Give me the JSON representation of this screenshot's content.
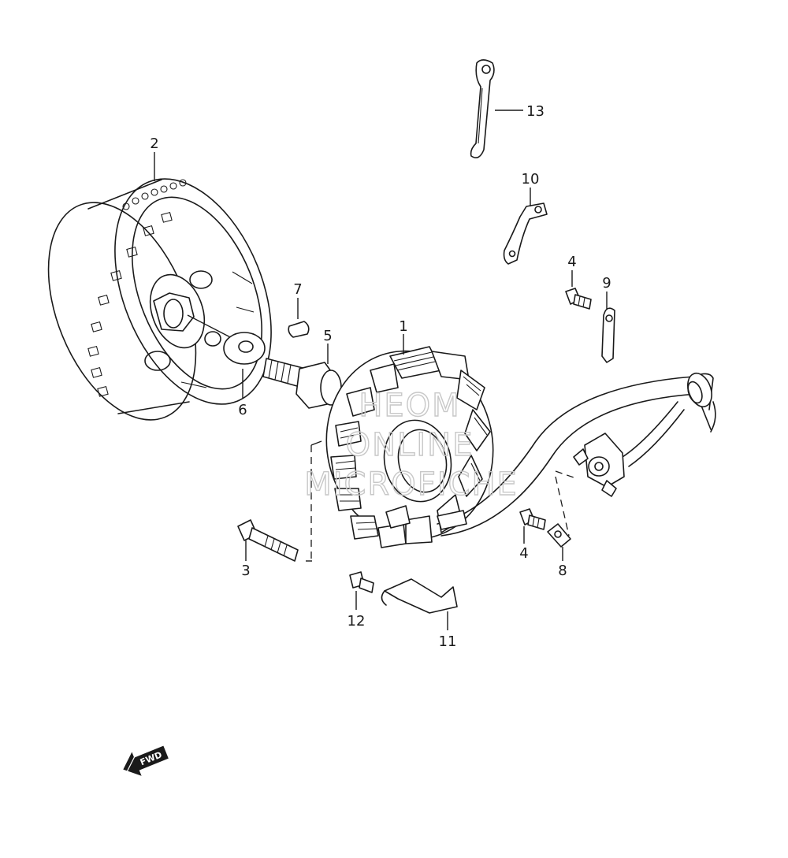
{
  "diagram": {
    "parts": [
      {
        "id": "p1",
        "label": "1"
      },
      {
        "id": "p2",
        "label": "2"
      },
      {
        "id": "p3",
        "label": "3"
      },
      {
        "id": "p4a",
        "label": "4"
      },
      {
        "id": "p4b",
        "label": "4"
      },
      {
        "id": "p5",
        "label": "5"
      },
      {
        "id": "p6",
        "label": "6"
      },
      {
        "id": "p7",
        "label": "7"
      },
      {
        "id": "p8",
        "label": "8"
      },
      {
        "id": "p9",
        "label": "9"
      },
      {
        "id": "p10",
        "label": "10"
      },
      {
        "id": "p11",
        "label": "11"
      },
      {
        "id": "p12",
        "label": "12"
      },
      {
        "id": "p13",
        "label": "13"
      }
    ],
    "watermark": [
      "HEOM",
      "ONLINE",
      "MICROFICHE"
    ],
    "direction_badge": "FWD"
  }
}
